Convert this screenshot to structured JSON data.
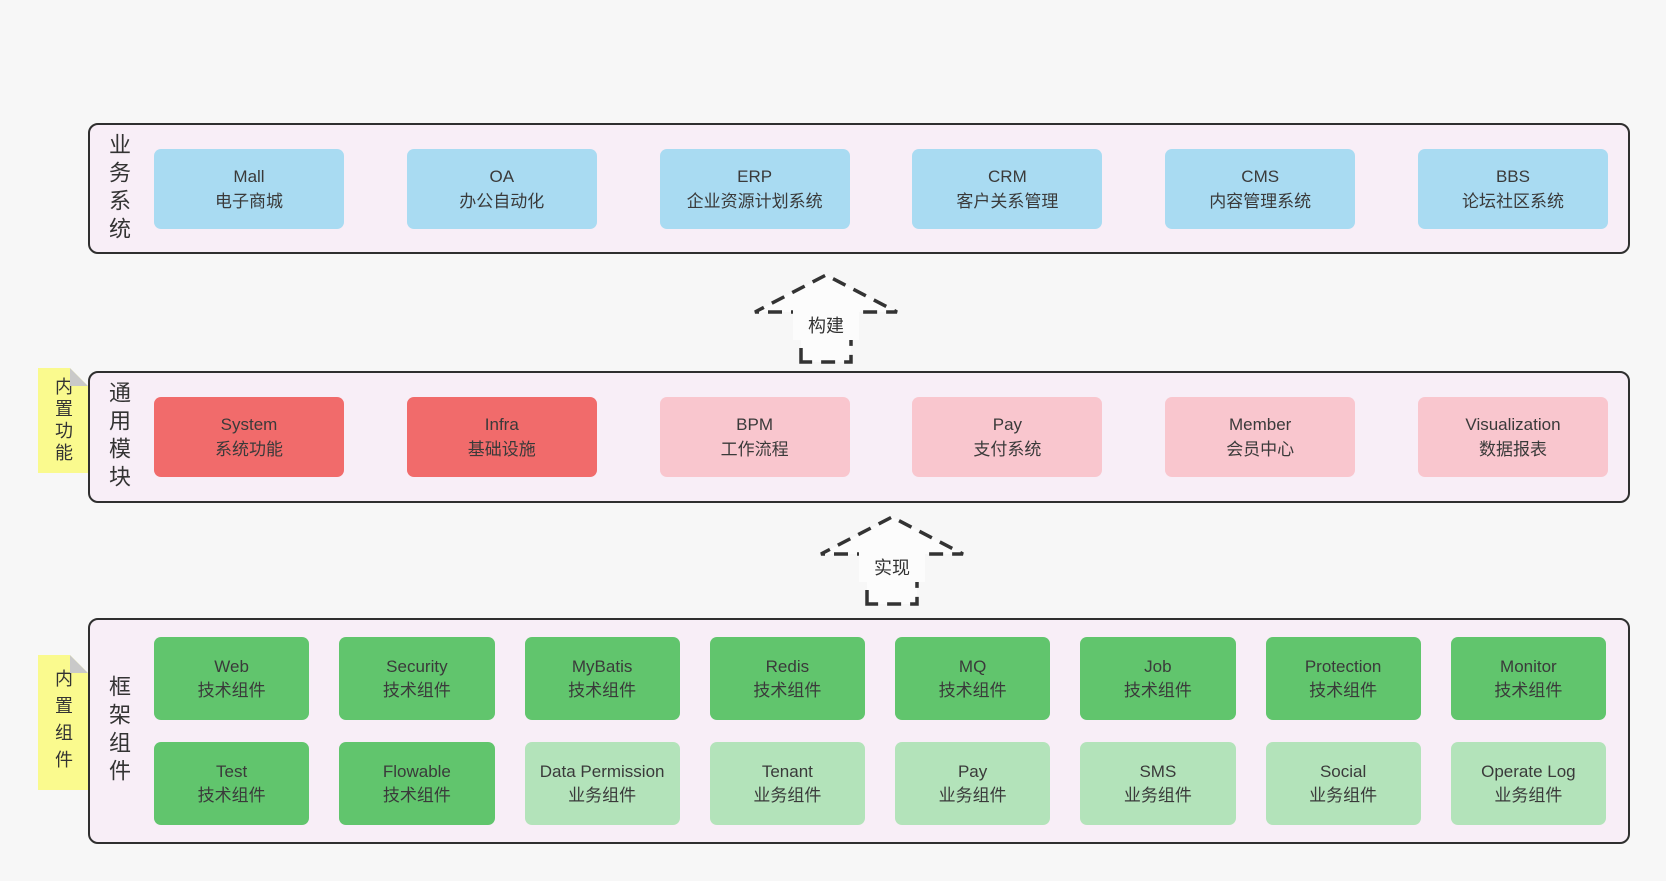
{
  "page": {
    "background": "#f7f7f7"
  },
  "colors": {
    "band_background": "#f8eef7",
    "band_border": "#2f2f2f",
    "blue_box": "#a9dbf2",
    "red_box": "#f16b6b",
    "pink_box": "#f9c6ce",
    "green_box": "#61c56d",
    "light_green_box": "#b3e3ba",
    "tag_yellow": "#fafa8e",
    "tag_fold_gray": "#c9c9c9",
    "text": "#3a3a3a"
  },
  "bands": {
    "business": {
      "label": "业务系统",
      "boxes": [
        {
          "name": "Mall",
          "desc": "电子商城"
        },
        {
          "name": "OA",
          "desc": "办公自动化"
        },
        {
          "name": "ERP",
          "desc": "企业资源计划系统"
        },
        {
          "name": "CRM",
          "desc": "客户关系管理"
        },
        {
          "name": "CMS",
          "desc": "内容管理系统"
        },
        {
          "name": "BBS",
          "desc": "论坛社区系统"
        }
      ]
    },
    "modules": {
      "label": "通用模块",
      "tag": "内置功能",
      "boxes": [
        {
          "name": "System",
          "desc": "系统功能"
        },
        {
          "name": "Infra",
          "desc": "基础设施"
        },
        {
          "name": "BPM",
          "desc": "工作流程"
        },
        {
          "name": "Pay",
          "desc": "支付系统"
        },
        {
          "name": "Member",
          "desc": "会员中心"
        },
        {
          "name": "Visualization",
          "desc": "数据报表"
        }
      ]
    },
    "framework": {
      "label": "框架组件",
      "tag": "内置组件",
      "row1": [
        {
          "name": "Web",
          "desc": "技术组件"
        },
        {
          "name": "Security",
          "desc": "技术组件"
        },
        {
          "name": "MyBatis",
          "desc": "技术组件"
        },
        {
          "name": "Redis",
          "desc": "技术组件"
        },
        {
          "name": "MQ",
          "desc": "技术组件"
        },
        {
          "name": "Job",
          "desc": "技术组件"
        },
        {
          "name": "Protection",
          "desc": "技术组件"
        },
        {
          "name": "Monitor",
          "desc": "技术组件"
        }
      ],
      "row2": [
        {
          "name": "Test",
          "desc": "技术组件"
        },
        {
          "name": "Flowable",
          "desc": "技术组件"
        },
        {
          "name": "Data Permission",
          "desc": "业务组件"
        },
        {
          "name": "Tenant",
          "desc": "业务组件"
        },
        {
          "name": "Pay",
          "desc": "业务组件"
        },
        {
          "name": "SMS",
          "desc": "业务组件"
        },
        {
          "name": "Social",
          "desc": "业务组件"
        },
        {
          "name": "Operate Log",
          "desc": "业务组件"
        }
      ]
    }
  },
  "arrows": {
    "build": {
      "label": "构建"
    },
    "implement": {
      "label": "实现"
    }
  }
}
